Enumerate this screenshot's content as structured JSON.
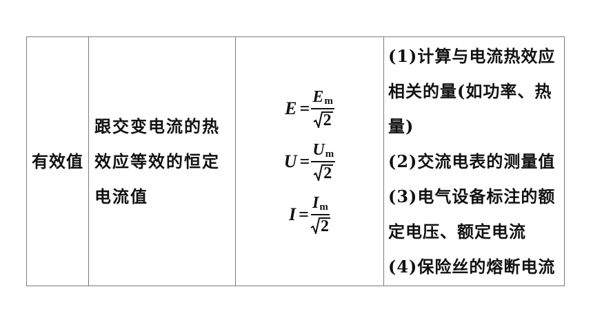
{
  "table": {
    "term": "有效值",
    "definition_lines": [
      "跟交变电流的热",
      "效应等效的恒定",
      "电流值"
    ],
    "formulas": [
      {
        "lhs": "E",
        "equals": "=",
        "numerator": "E",
        "subscript": "m",
        "radicand": "2"
      },
      {
        "lhs": "U",
        "equals": "=",
        "numerator": "U",
        "subscript": "m",
        "radicand": "2"
      },
      {
        "lhs": "I",
        "equals": "=",
        "numerator": "I",
        "subscript": "m",
        "radicand": "2"
      }
    ],
    "uses_lines": [
      "(1)计算与电流热效应",
      "相关的量(如功率、热",
      "量)",
      "(2)交流电表的测量值",
      "(3)电气设备标注的额",
      "定电压、额定电流",
      "(4)保险丝的熔断电流"
    ]
  }
}
